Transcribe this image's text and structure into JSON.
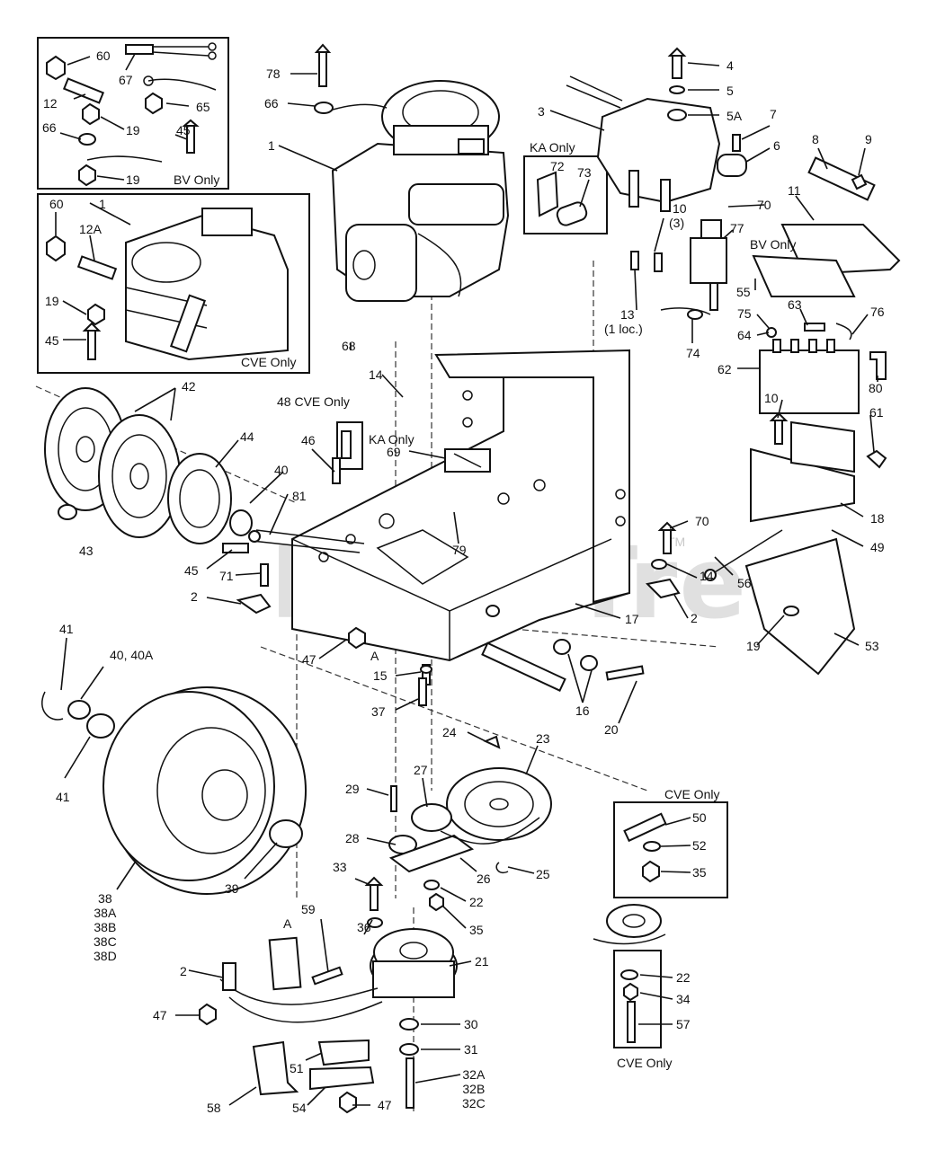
{
  "diagram": {
    "watermark": "PartsTree",
    "watermark_mark": "TM",
    "notes": {
      "bv_only_top": "BV Only",
      "cve_only_engine": "CVE Only",
      "ka_only_box": "KA Only",
      "bv_only_right": "BV Only",
      "cve_only_48": "48 CVE Only",
      "ka_only_69": "KA Only",
      "cve_only_bracket_title": "CVE Only",
      "cve_only_bottom": "CVE Only",
      "ten_qty": "(3)",
      "thirteen_loc": "(1 loc.)",
      "ref_a_1": "A",
      "ref_a_2": "A"
    },
    "callouts": {
      "c60a": "60",
      "c67": "67",
      "c12": "12",
      "c65": "65",
      "c66a": "66",
      "c19a": "19",
      "c45a": "45",
      "c19b": "19",
      "c1a": "1",
      "c60b": "60",
      "c12a": "12A",
      "c19c": "19",
      "c45b": "45",
      "c78": "78",
      "c66b": "66",
      "c1b": "1",
      "c3": "3",
      "c4": "4",
      "c5": "5",
      "c5a": "5A",
      "c7": "7",
      "c6": "6",
      "c8": "8",
      "c9": "9",
      "c11": "11",
      "c72": "72",
      "c73": "73",
      "c10a": "10",
      "c70a": "70",
      "c77": "77",
      "c55": "55",
      "c13": "13",
      "c63": "63",
      "c75": "75",
      "c76": "76",
      "c64": "64",
      "c74": "74",
      "c62": "62",
      "c80": "80",
      "c68": "68",
      "c14a": "14",
      "c42": "42",
      "c44": "44",
      "c48": "48",
      "c46": "46",
      "c40a": "40",
      "c81": "81",
      "c69": "69",
      "c79": "79",
      "c43": "43",
      "c45c": "45",
      "c71": "71",
      "c2a": "2",
      "c10b": "10",
      "c61": "61",
      "c18": "18",
      "c49": "49",
      "c70b": "70",
      "c14b": "14",
      "c56": "56",
      "c2b": "2",
      "c17": "17",
      "c19d": "19",
      "c53": "53",
      "c41a": "41",
      "c40b": "40, 40A",
      "c47a": "47",
      "c15": "15",
      "c37": "37",
      "c41b": "41",
      "c16": "16",
      "c20": "20",
      "c24": "24",
      "c23": "23",
      "c29": "29",
      "c27": "27",
      "c28": "28",
      "c26": "26",
      "c25": "25",
      "c22a": "22",
      "c35a": "35",
      "c38": "38\n38A\n38B\n38C\n38D",
      "c39": "39",
      "c33": "33",
      "c36": "36",
      "c59": "59",
      "c50": "50",
      "c52": "52",
      "c35b": "35",
      "c2c": "2",
      "c21": "21",
      "c47b": "47",
      "c30": "30",
      "c31": "31",
      "c32": "32A\n32B\n32C",
      "c51": "51",
      "c58": "58",
      "c54": "54",
      "c47c": "47",
      "c22b": "22",
      "c34": "34",
      "c57": "57"
    }
  }
}
